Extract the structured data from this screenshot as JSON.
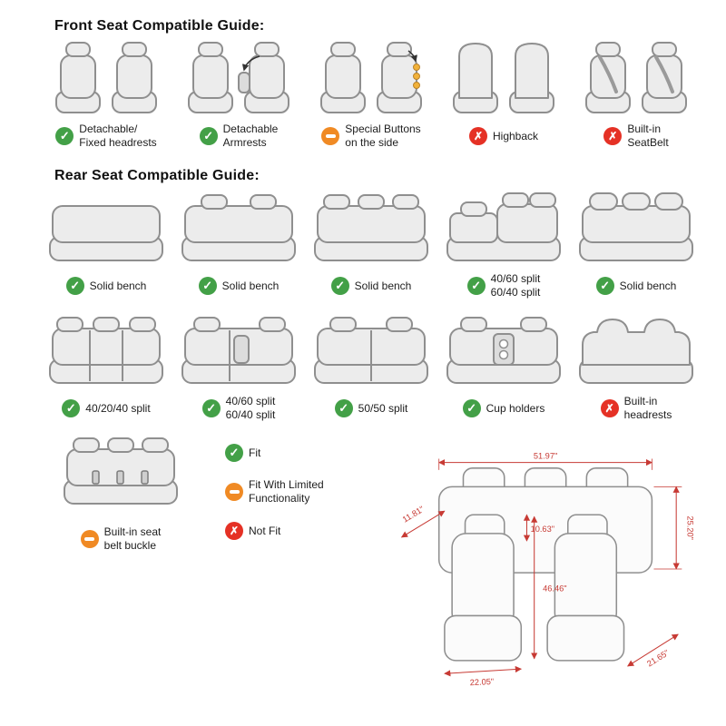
{
  "colors": {
    "fit_green": "#43a047",
    "limited_orange": "#f08a24",
    "not_fit_red": "#e53125",
    "dimension_red": "#c73a34",
    "seat_fill": "#ececec",
    "seat_outline": "#8f8f8f"
  },
  "front_guide": {
    "title": "Front Seat Compatible Guide:",
    "items": [
      {
        "label": "Detachable/\nFixed headrests",
        "status": "fit"
      },
      {
        "label": "Detachable\nArmrests",
        "status": "fit"
      },
      {
        "label": "Special Buttons\non the side",
        "status": "limited"
      },
      {
        "label": "Highback",
        "status": "not_fit"
      },
      {
        "label": "Built-in\nSeatBelt",
        "status": "not_fit"
      }
    ]
  },
  "rear_guide": {
    "title": "Rear Seat Compatible Guide:",
    "row1": [
      {
        "label": "Solid bench",
        "status": "fit"
      },
      {
        "label": "Solid bench",
        "status": "fit"
      },
      {
        "label": "Solid bench",
        "status": "fit"
      },
      {
        "label": "40/60 split\n60/40 split",
        "status": "fit"
      },
      {
        "label": "Solid bench",
        "status": "fit"
      }
    ],
    "row2": [
      {
        "label": "40/20/40 split",
        "status": "fit"
      },
      {
        "label": "40/60 split\n60/40 split",
        "status": "fit"
      },
      {
        "label": "50/50 split",
        "status": "fit"
      },
      {
        "label": "Cup holders",
        "status": "fit"
      },
      {
        "label": "Built-in\nheadrests",
        "status": "not_fit"
      }
    ],
    "belt_buckle_item": {
      "label": "Built-in seat\nbelt buckle",
      "status": "limited"
    }
  },
  "legend": [
    {
      "label": "Fit",
      "status": "fit"
    },
    {
      "label": "Fit With Limited\nFunctionality",
      "status": "limited"
    },
    {
      "label": "Not Fit",
      "status": "not_fit"
    }
  ],
  "dimensions": {
    "top_width": "51.97\"",
    "front_headrest_width": "11.81\"",
    "front_headrest_height": "10.63\"",
    "rear_back_height": "25.20\"",
    "overall_height": "46.46\"",
    "seat_depth": "21.65\"",
    "front_cushion_width": "22.05\""
  }
}
